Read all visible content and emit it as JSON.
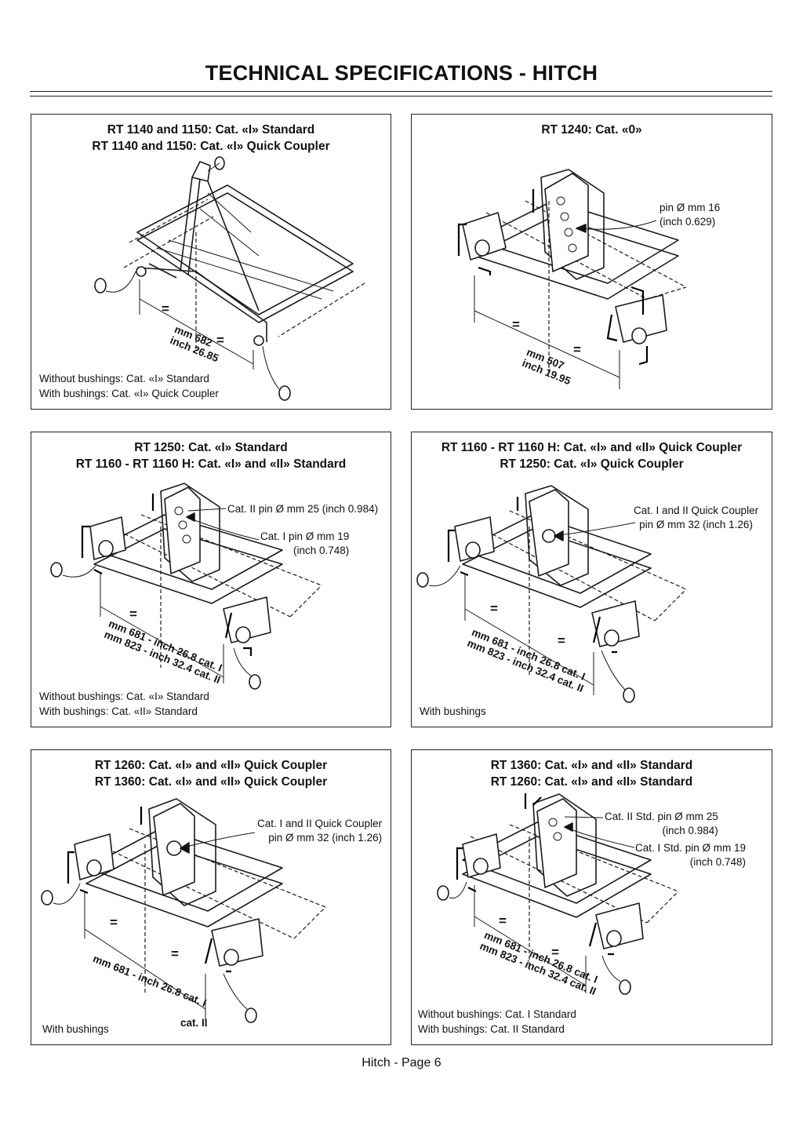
{
  "title": "TECHNICAL SPECIFICATIONS - HITCH",
  "footer": "Hitch - Page 6",
  "panels": [
    {
      "title_lines": [
        "RT 1140 and 1150: Cat. «I» Standard",
        "RT 1140 and 1150: Cat. «I» Quick Coupler"
      ],
      "callouts": [],
      "dimension_lines": [
        "mm 682",
        "inch 26.85"
      ],
      "equal_mark": "=",
      "footnote_lines": [
        "Without bushings: Cat. «I» Standard",
        "With bushings: Cat. «I» Quick Coupler"
      ]
    },
    {
      "title_lines": [
        "RT 1240: Cat. «0»"
      ],
      "callouts": [
        [
          "pin Ø mm 16",
          "(inch 0.629)"
        ]
      ],
      "dimension_lines": [
        "mm 507",
        "inch 19.95"
      ],
      "equal_mark": "=",
      "footnote_lines": []
    },
    {
      "title_lines": [
        "RT 1250: Cat. «I» Standard",
        "RT 1160 - RT 1160 H: Cat. «I» and «II» Standard"
      ],
      "callouts": [
        [
          "Cat. II pin Ø mm 25 (inch 0.984)"
        ],
        [
          "Cat. I pin Ø mm 19",
          "(inch 0.748)"
        ]
      ],
      "dimension_lines": [
        "mm 681 - inch 26.8 cat. I",
        "mm 823 - inch 32.4 cat. II"
      ],
      "equal_mark": "=",
      "footnote_lines": [
        "Without bushings: Cat. «I» Standard",
        "With bushings: Cat. «II» Standard"
      ]
    },
    {
      "title_lines": [
        "RT 1160 - RT 1160 H: Cat. «I» and «II» Quick Coupler",
        "RT 1250: Cat. «I» Quick Coupler"
      ],
      "callouts": [
        [
          "Cat. I and II Quick Coupler",
          "pin Ø mm 32 (inch 1.26)"
        ]
      ],
      "dimension_lines": [
        "mm 681 - inch 26.8 cat. I",
        "mm 823 - inch 32.4 cat. II"
      ],
      "equal_mark": "=",
      "footnote_lines": [
        "With bushings"
      ]
    },
    {
      "title_lines": [
        "RT 1260: Cat. «I» and «II» Quick Coupler",
        "RT 1360: Cat. «I» and «II» Quick Coupler"
      ],
      "callouts": [
        [
          "Cat. I and II Quick Coupler",
          "pin Ø mm 32 (inch 1.26)"
        ]
      ],
      "dimension_lines": [
        "mm 681 - inch 26.8 cat. I",
        "cat. II"
      ],
      "equal_mark": "=",
      "footnote_lines": [
        "With bushings"
      ]
    },
    {
      "title_lines": [
        "RT 1360: Cat. «I» and «II» Standard",
        "RT 1260: Cat. «I» and «II» Standard"
      ],
      "callouts": [
        [
          "Cat. II Std. pin Ø mm 25",
          "(inch 0.984)"
        ],
        [
          "Cat. I Std. pin Ø mm 19",
          "(inch 0.748)"
        ]
      ],
      "dimension_lines": [
        "mm 681 - inch 26.8 cat. I",
        "mm 823 - inch 32.4 cat. II"
      ],
      "equal_mark": "=",
      "footnote_lines": [
        "Without bushings: Cat. I Standard",
        "With bushings: Cat. II Standard"
      ]
    }
  ]
}
